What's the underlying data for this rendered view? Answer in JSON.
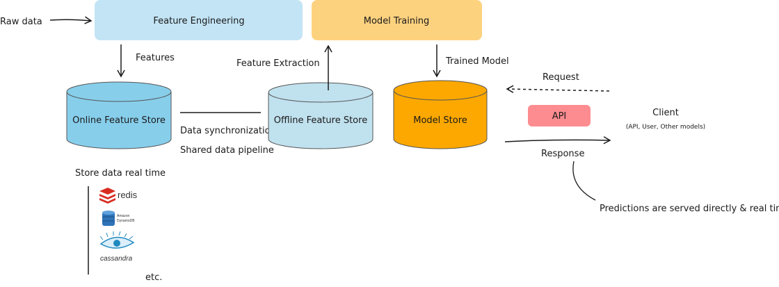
{
  "nodes": {
    "feature_engineering": "Feature Engineering",
    "model_training": "Model Training",
    "online_store": "Online Feature Store",
    "offline_store": "Offline Feature Store",
    "model_store": "Model Store",
    "api": "API"
  },
  "labels": {
    "raw_data": "Raw data",
    "features": "Features",
    "feature_extraction": "Feature Extraction",
    "trained_model": "Trained Model",
    "request": "Request",
    "response": "Response",
    "client": "Client",
    "client_sub": "(API, User, Other models)",
    "data_sync": "Data synchronization",
    "shared_pipeline": "Shared data pipeline",
    "store_realtime": "Store data real time",
    "predictions": "Predictions are served directly & real time",
    "etc": "etc."
  },
  "logos": {
    "redis": "redis",
    "dynamodb_line1": "Amazon",
    "dynamodb_line2": "DynamoDB",
    "cassandra": "cassandra"
  },
  "colors": {
    "feature_engineering": "#c3e4f5",
    "model_training": "#fdd27f",
    "online_store": "#87ceeb",
    "offline_store": "#c0e1ee",
    "model_store": "#fca800",
    "api": "#fd8c90",
    "redis": "#d82c20",
    "dynamodb": "#2e73b8",
    "cassandra": "#1f8ac0"
  }
}
